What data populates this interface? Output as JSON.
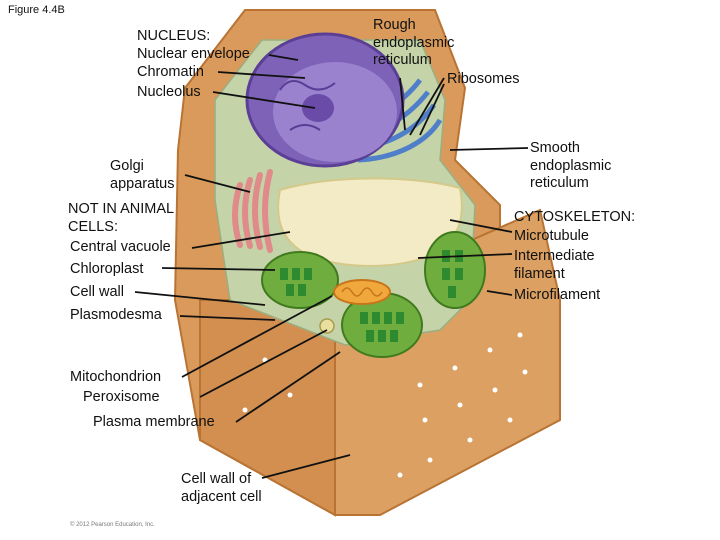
{
  "figure_label": "Figure 4.4B",
  "copyright": "© 2012 Pearson Education, Inc.",
  "labels": {
    "nucleus": "NUCLEUS:",
    "nuclear_envelope": "Nuclear envelope",
    "chromatin": "Chromatin",
    "nucleolus": "Nucleolus",
    "rough_er": "Rough\nendoplasmic\nreticulum",
    "ribosomes": "Ribosomes",
    "golgi": "Golgi\napparatus",
    "smooth_er": "Smooth\nendoplasmic\nreticulum",
    "not_in_animal": "NOT IN ANIMAL\nCELLS:",
    "central_vacuole": "Central vacuole",
    "chloroplast": "Chloroplast",
    "cell_wall": "Cell wall",
    "plasmodesma": "Plasmodesma",
    "cytoskeleton": "CYTOSKELETON:",
    "microtubule": "Microtubule",
    "intermediate_filament": "Intermediate\nfilament",
    "microfilament": "Microfilament",
    "mitochondrion": "Mitochondrion",
    "peroxisome": "Peroxisome",
    "plasma_membrane": "Plasma membrane",
    "adjacent_wall": "Cell wall of\nadjacent cell"
  },
  "colors": {
    "cell_wall": "#d99a5b",
    "cell_wall_dark": "#b97434",
    "cytoplasm": "#c4d3a8",
    "nucleus": "#7d62b8",
    "vacuole": "#f2ebc6",
    "chloroplast": "#6fae3e",
    "golgi": "#e08a8a",
    "mitochondrion": "#f0a83c"
  }
}
